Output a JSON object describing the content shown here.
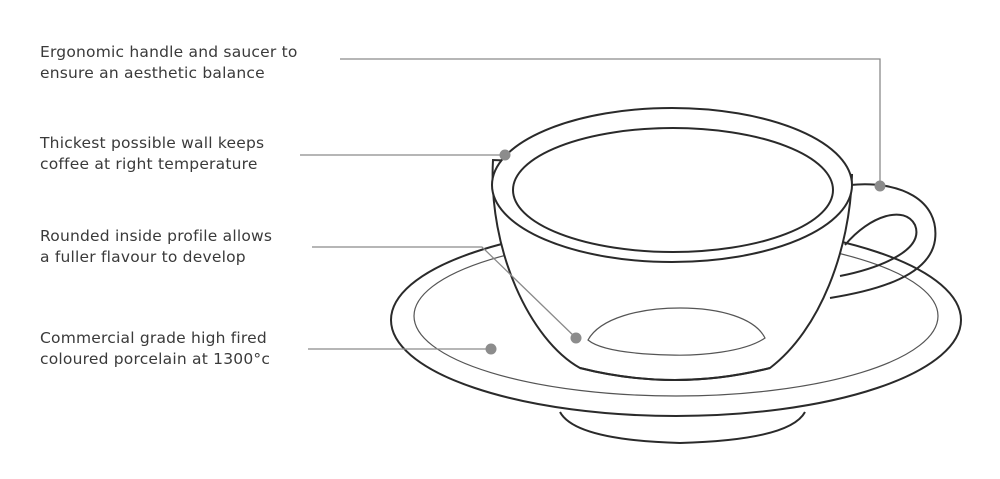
{
  "callouts": [
    {
      "line1": "Ergonomic handle and saucer to",
      "line2": "ensure an aesthetic balance"
    },
    {
      "line1": "Thickest possible wall keeps",
      "line2": "coffee at right temperature"
    },
    {
      "line1": "Rounded inside profile allows",
      "line2": "a fuller flavour to develop"
    },
    {
      "line1": "Commercial grade high fired",
      "line2": "coloured porcelain at 1300°c"
    }
  ],
  "colors": {
    "text": "#3a3a3a",
    "leader": "#8a8a8a",
    "outline": "#2a2a2a"
  }
}
